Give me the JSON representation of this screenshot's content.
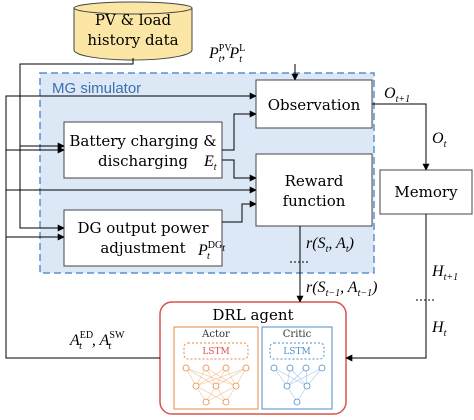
{
  "database": {
    "line1": "PV & load",
    "line2": "history data"
  },
  "simulator": {
    "title": "MG simulator"
  },
  "boxes": {
    "battery": {
      "line1": "Battery charging &",
      "line2": "discharging"
    },
    "dg": {
      "line1": "DG output power",
      "line2": "adjustment"
    },
    "observation": {
      "label": "Observation"
    },
    "reward": {
      "line1": "Reward",
      "line2": "function"
    },
    "memory": {
      "label": "Memory"
    }
  },
  "agent": {
    "title": "DRL agent",
    "actor": {
      "label": "Actor",
      "lstm": "LSTM"
    },
    "critic": {
      "label": "Critic",
      "lstm": "LSTM"
    }
  },
  "math_labels": {
    "pv_load": "P_t^PV, P_t^L",
    "e_t": "E_t",
    "p_dg": "P_t^DG_t",
    "o_next": "O_{t+1}",
    "o_t": "O_t",
    "r_t": "r(S_t, A_t)",
    "r_prev": "r(S_{t-1}, A_{t-1})",
    "h_next": "H_{t+1}",
    "h_t": "H_t",
    "actions": "A_t^ED, A_t^SW"
  },
  "colors": {
    "database_fill": "#fbe6a6",
    "simulator_fill": "#dce8f6",
    "simulator_border": "#5b8fcf",
    "agent_border": "#d9534f",
    "actor_color": "#e8893c",
    "critic_color": "#4a8fd0",
    "line": "#000000"
  }
}
